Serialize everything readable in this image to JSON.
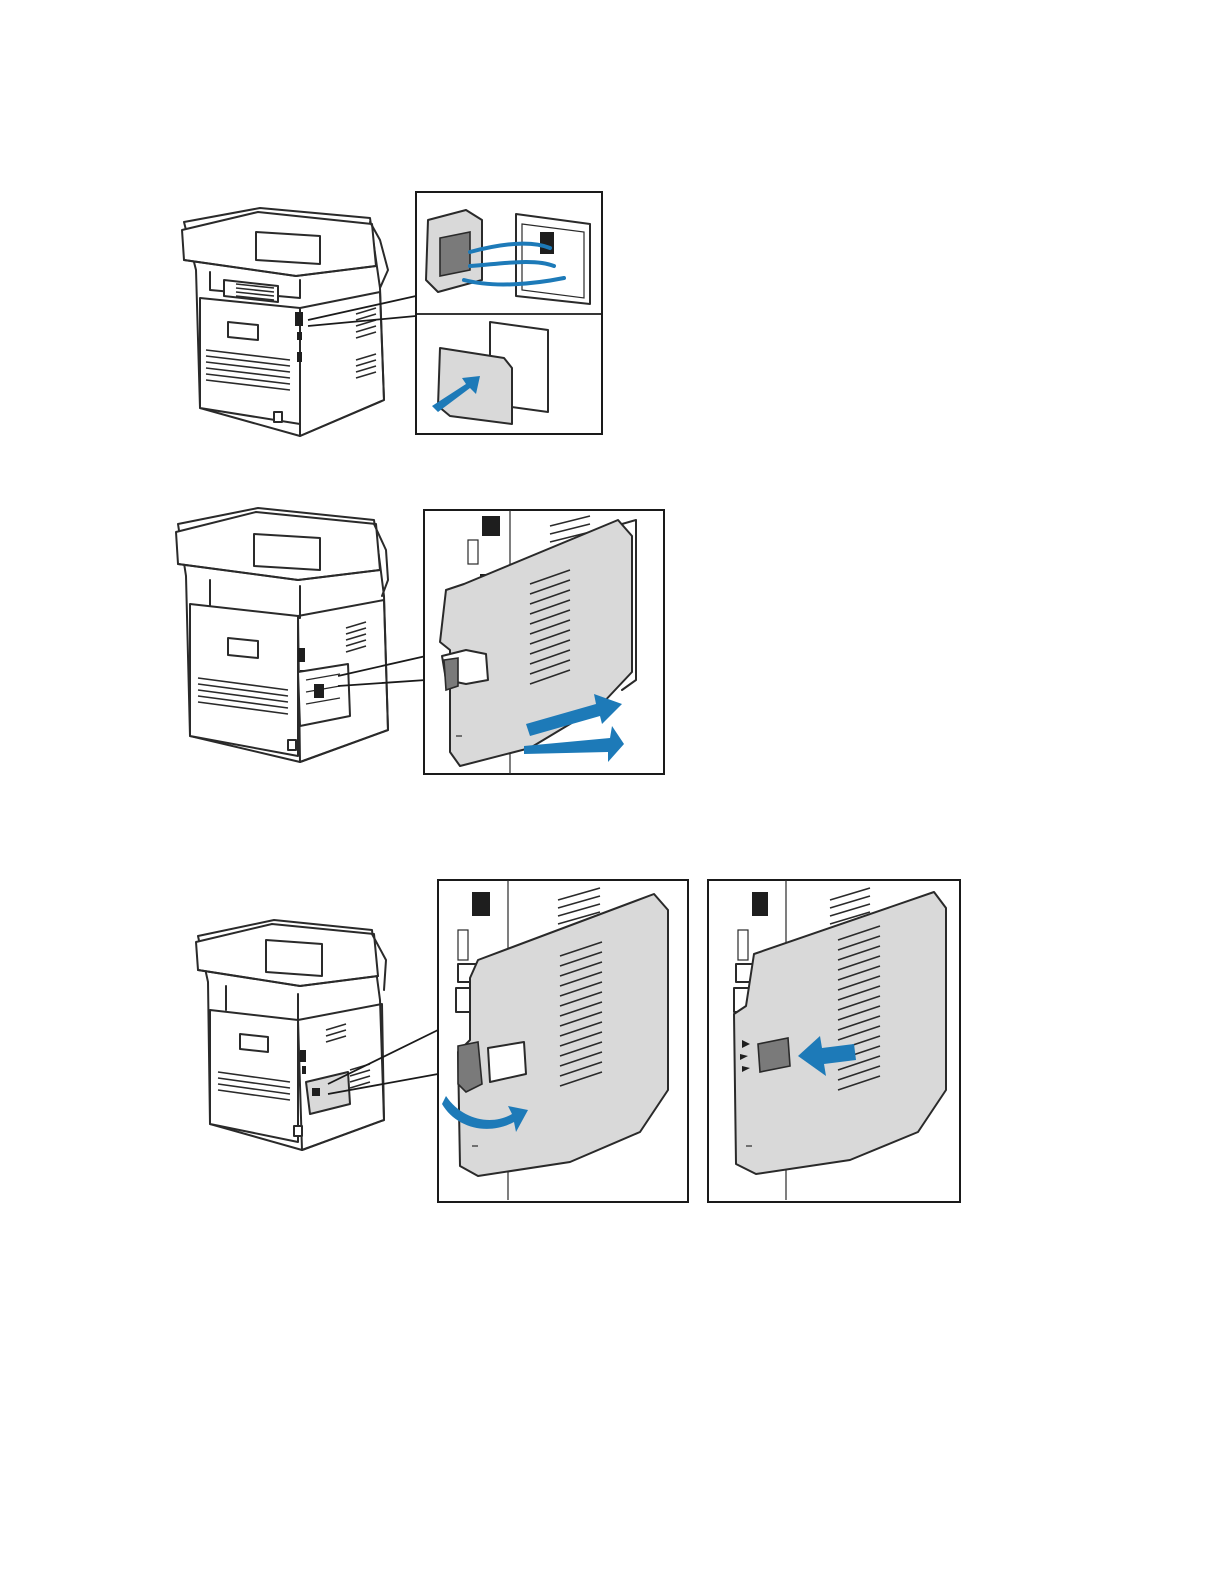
{
  "page": {
    "background": "#ffffff"
  },
  "figures": [
    {
      "id": "figure-1",
      "description_icon": "printer-rear-fax-module-install"
    },
    {
      "id": "figure-2",
      "description_icon": "printer-rear-side-cover-slide"
    },
    {
      "id": "figure-3",
      "description_icon": "printer-rear-cover-latch-close"
    }
  ],
  "colors": {
    "arrow_blue": "#1d7ab8",
    "part_gray": "#d9d9d9",
    "outline": "#2a2a2a"
  }
}
